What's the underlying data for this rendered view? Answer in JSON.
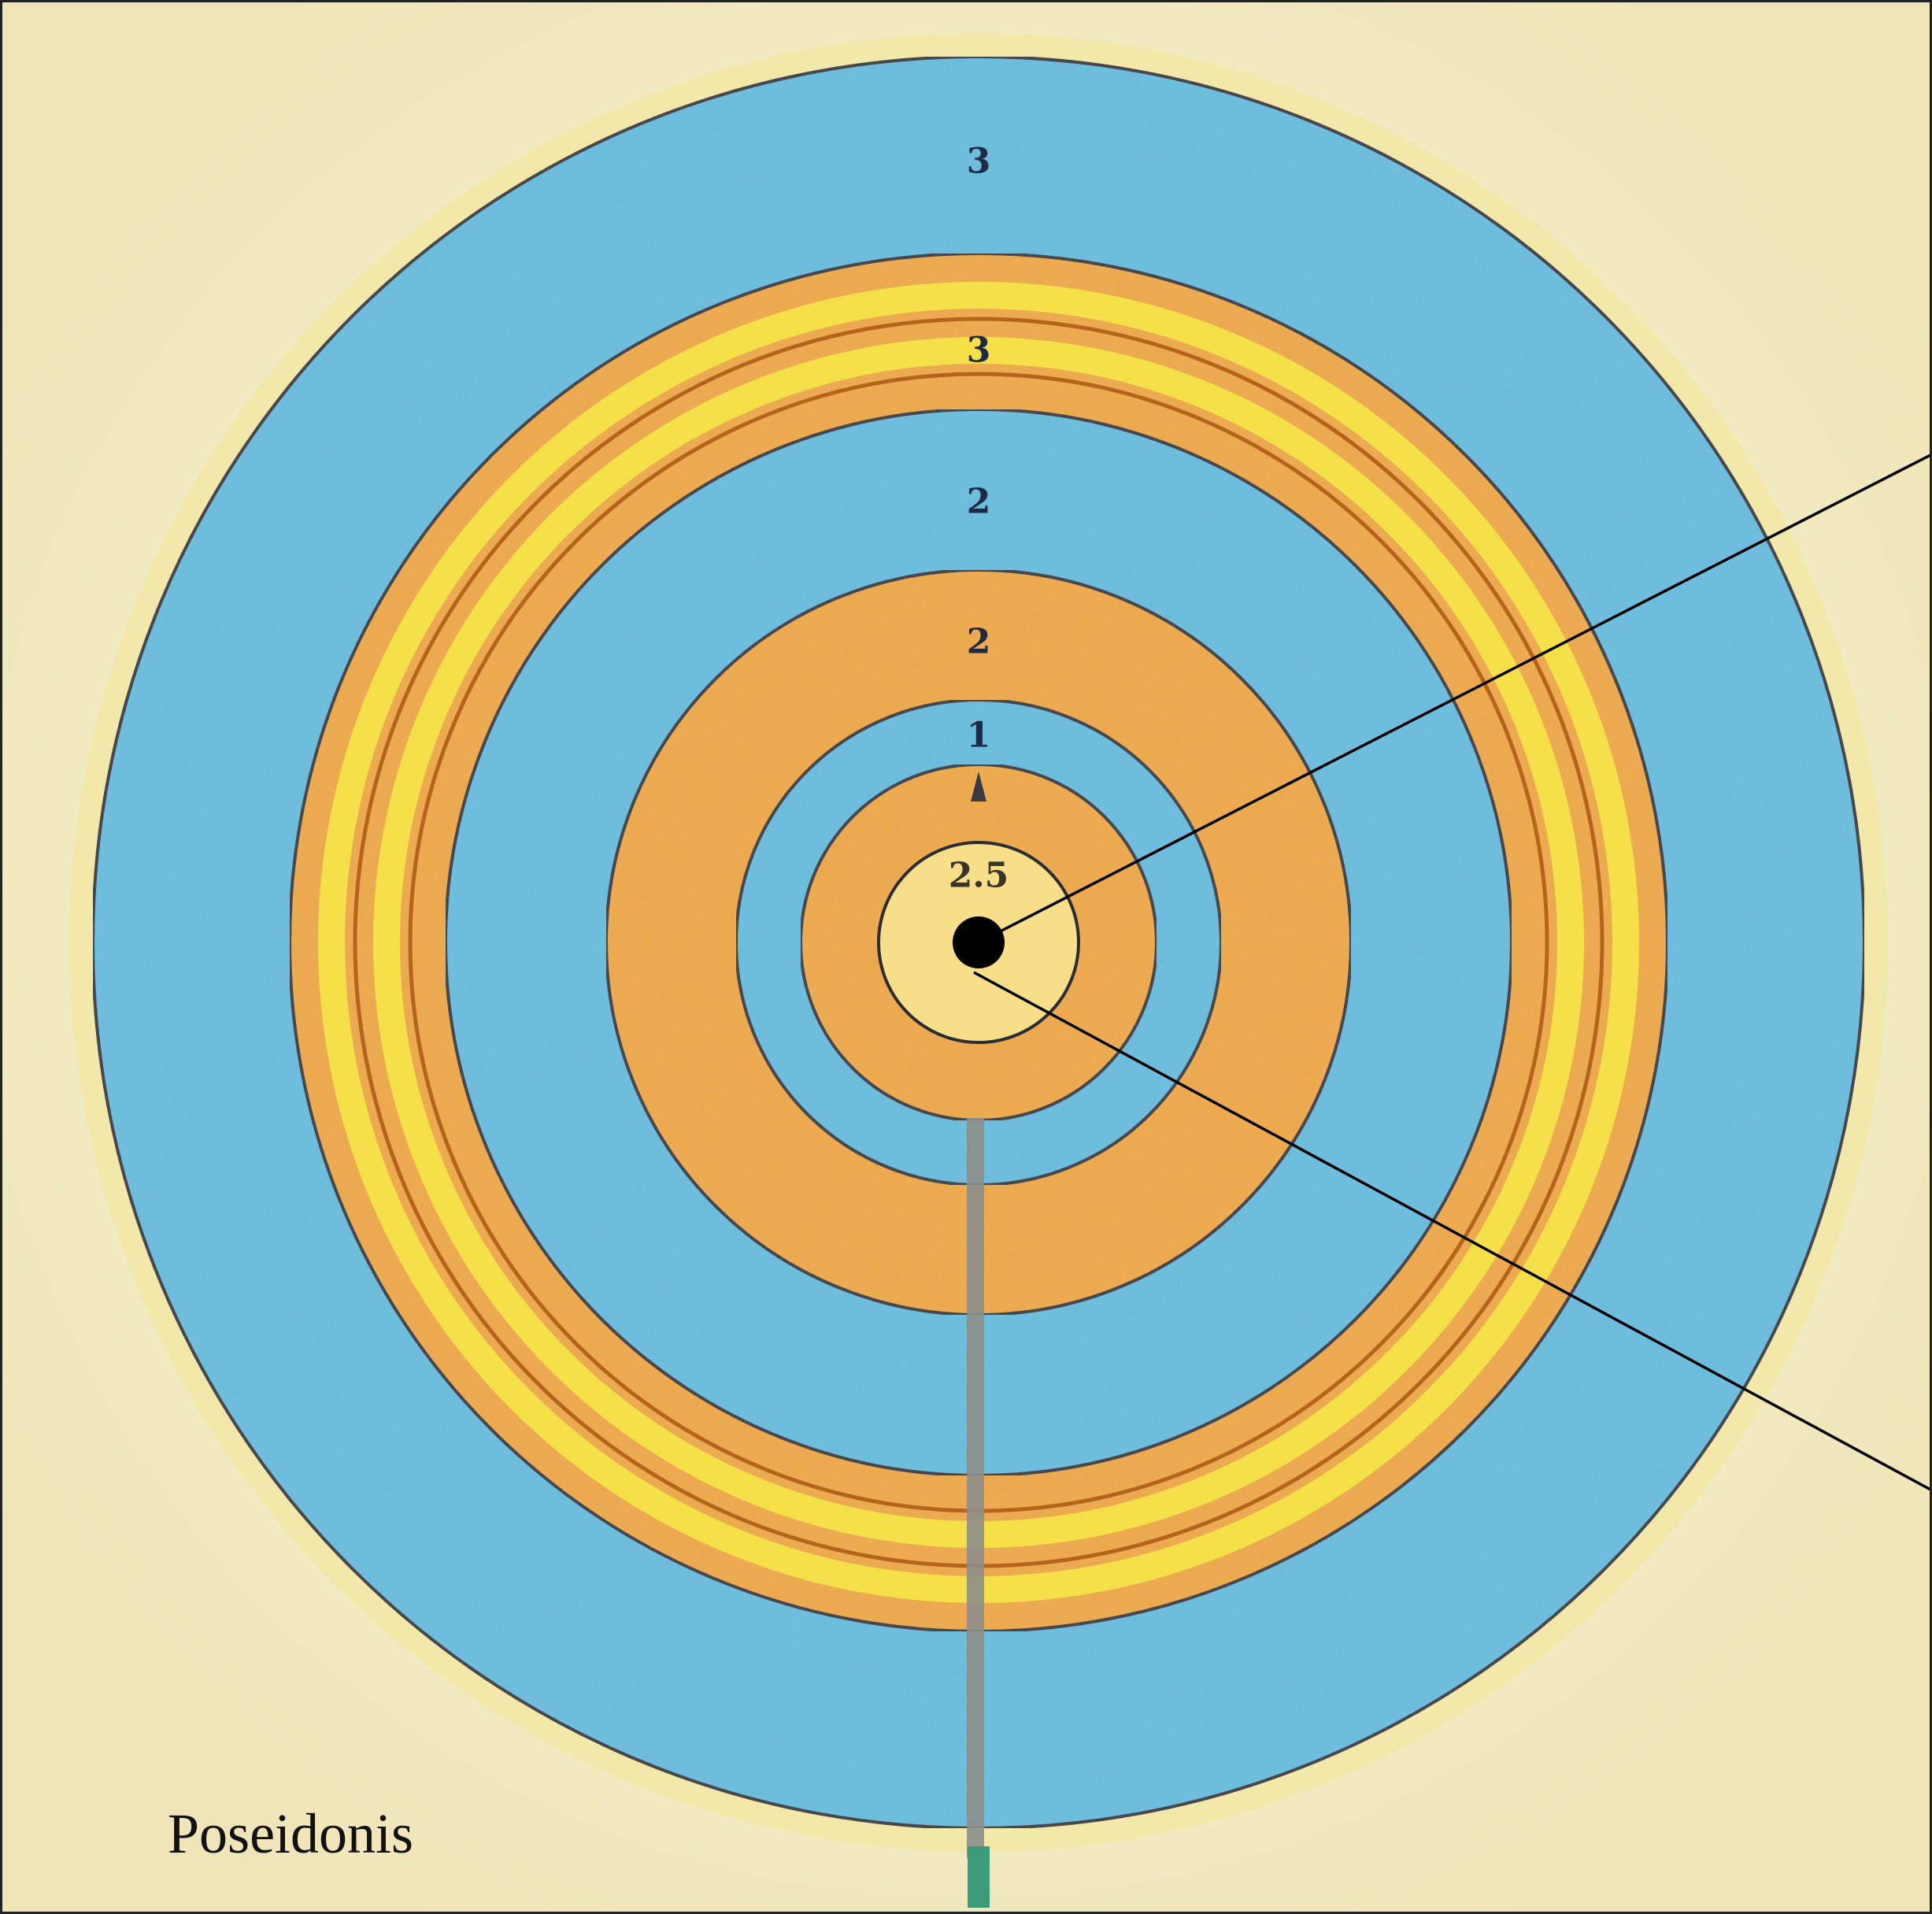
{
  "caption": "Poseidonis",
  "rings": [
    {
      "kind": "water",
      "label": "3"
    },
    {
      "kind": "land",
      "label": "3"
    },
    {
      "kind": "water",
      "label": "2"
    },
    {
      "kind": "land",
      "label": "2"
    },
    {
      "kind": "water",
      "label": "1"
    },
    {
      "kind": "land",
      "label": ""
    },
    {
      "kind": "center-island",
      "label": "2.5"
    }
  ],
  "colors": {
    "background": "#f3ecc8",
    "water": "#63bde0",
    "water_dark": "#3f9fd0",
    "land": "#f0a93a",
    "land_light": "#f6e04a",
    "center": "#f7df8a",
    "outline": "#2c2c34",
    "label": "#1f2a44",
    "canal": "#8c8e8a",
    "canal_mouth": "#3a9a7a"
  }
}
